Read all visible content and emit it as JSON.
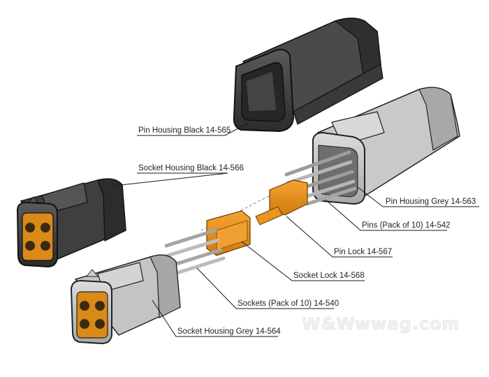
{
  "labels": {
    "pin_housing_black": "Pin Housing Black 14-565",
    "socket_housing_black": "Socket Housing Black 14-566",
    "pin_housing_grey": "Pin Housing Grey 14-563",
    "pins_pack": "Pins (Pack of 10) 14-542",
    "pin_lock": "Pin Lock 14-567",
    "socket_lock": "Socket Lock 14-568",
    "sockets_pack": "Sockets (Pack of 10) 14-540",
    "socket_housing_grey": "Socket Housing Grey 14-564"
  },
  "watermark": {
    "logo": "W&W",
    "site": "wwag.com"
  },
  "colors": {
    "black_housing": "#3a3a3a",
    "grey_housing": "#bdbdbd",
    "lock_orange": "#e8901a",
    "contact_metal": "#cfcfcf"
  }
}
